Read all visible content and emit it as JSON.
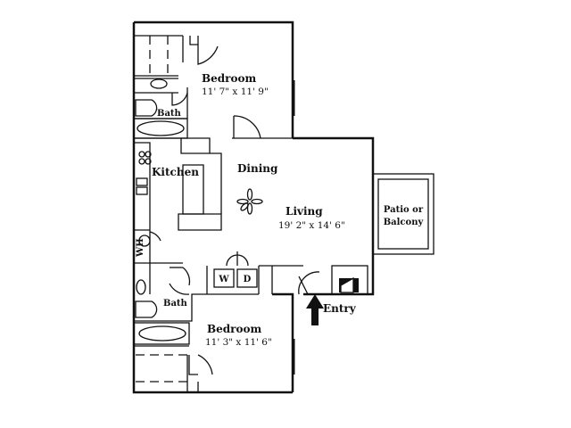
{
  "rooms": {
    "bedroom_top": {
      "name": "Bedroom",
      "dims": "11' 7\" x 11' 9\""
    },
    "bath_top": {
      "name": "Bath"
    },
    "kitchen": {
      "name": "Kitchen"
    },
    "dining": {
      "name": "Dining"
    },
    "living": {
      "name": "Living",
      "dims": "19' 2\" x 14' 6\""
    },
    "patio": {
      "line1": "Patio or",
      "line2": "Balcony"
    },
    "wh": {
      "name": "WH"
    },
    "bath_bottom": {
      "name": "Bath"
    },
    "bedroom_bottom": {
      "name": "Bedroom",
      "dims": "11' 3\" x 11' 6\""
    }
  },
  "appliances": {
    "washer": "W",
    "dryer": "D"
  },
  "entry": {
    "label": "Entry"
  }
}
